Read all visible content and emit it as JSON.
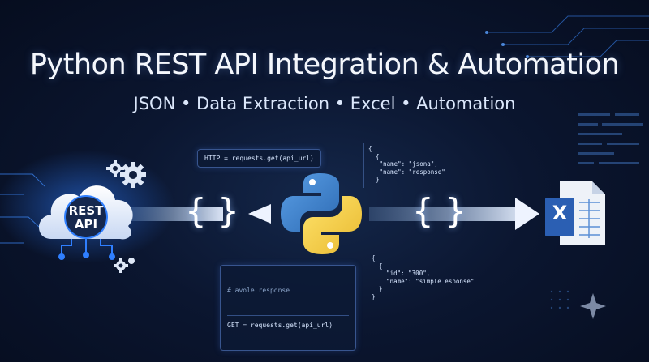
{
  "title": "Python REST API Integration & Automation",
  "subtitle": "JSON • Data Extraction • Excel • Automation",
  "rest_api": {
    "line1": "REST",
    "line2": "API"
  },
  "braces": {
    "left": "{ }",
    "right": "{ }"
  },
  "code_top": "HTTP = requests.get(api_url)",
  "code_bottom": {
    "comment": "# avole response",
    "line": "GET = requests.get(api_url)"
  },
  "json_top": "{\n  {\n   \"name\": \"jsona\",\n   \"name\": \"response\"\n  }",
  "json_bottom": "{\n  {\n    \"id\": \"300\",\n    \"name\": \"simple esponse\"\n  }\n}",
  "excel_letter": "X",
  "colors": {
    "accent": "#2f7fff",
    "background": "#0b1630",
    "python_blue": "#3a78c9",
    "python_yellow": "#f2d24a"
  }
}
